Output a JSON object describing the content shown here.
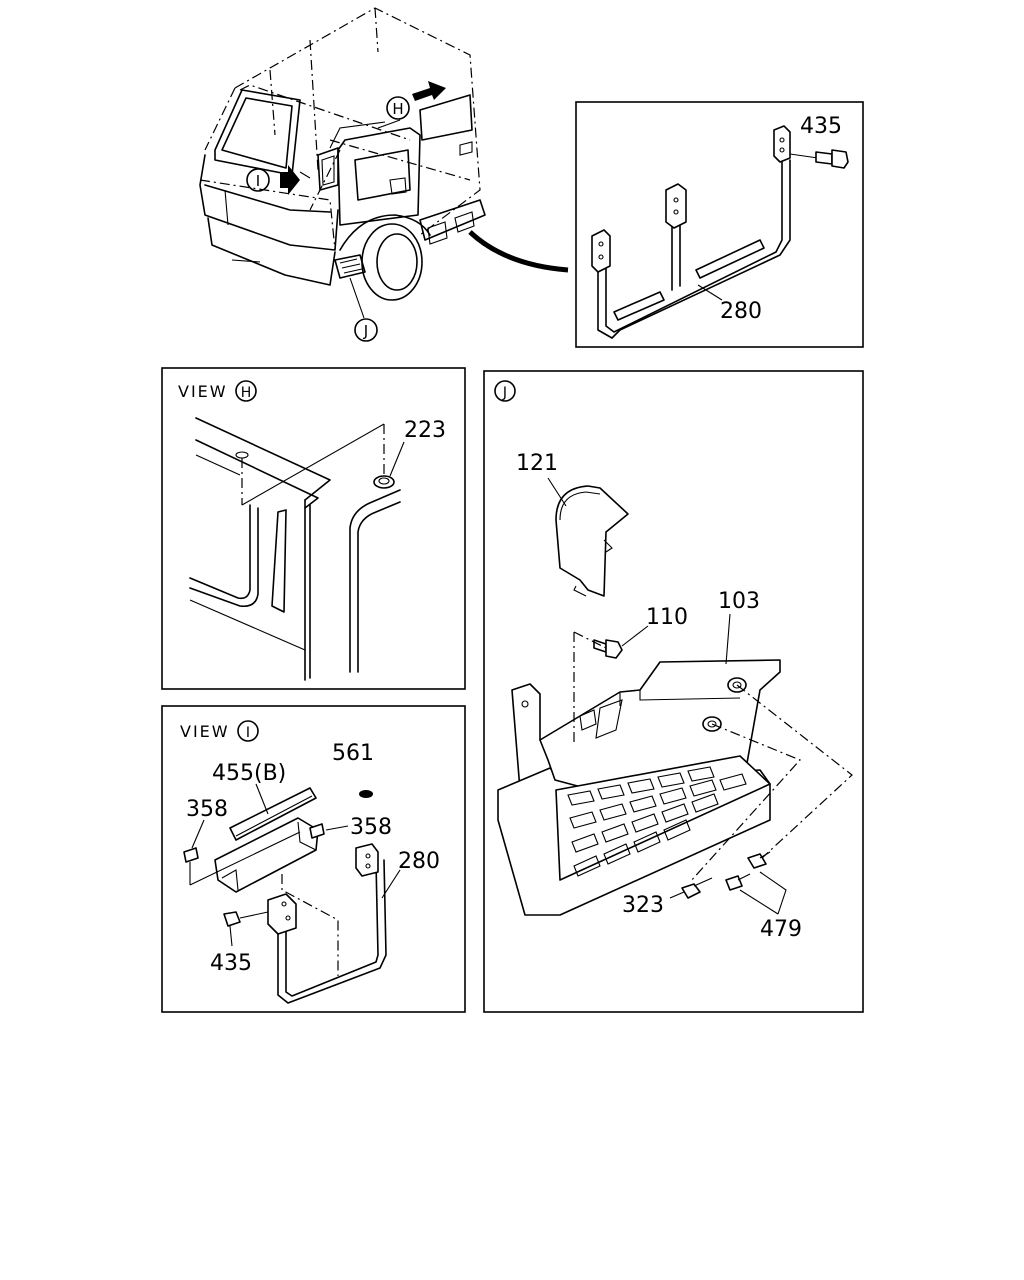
{
  "overview": {
    "markers": {
      "h": "H",
      "i": "I",
      "j": "J"
    },
    "callouts": {
      "bracket_bolt": "435",
      "step_bracket": "280"
    }
  },
  "view_h": {
    "title": "VIEW",
    "marker": "H",
    "callouts": {
      "grommet": "223"
    }
  },
  "view_i": {
    "title": "VIEW",
    "marker": "I",
    "callouts": {
      "plug": "561",
      "seal": "455(B)",
      "screw_left": "358",
      "screw_right": "358",
      "bracket": "280",
      "bolt": "435"
    }
  },
  "view_j": {
    "marker": "J",
    "callouts": {
      "cover": "121",
      "bolt": "110",
      "step": "103",
      "screw": "323",
      "clips": "479"
    }
  },
  "icons": [
    "arrow-right-icon",
    "circle-letter-marker-icon"
  ]
}
